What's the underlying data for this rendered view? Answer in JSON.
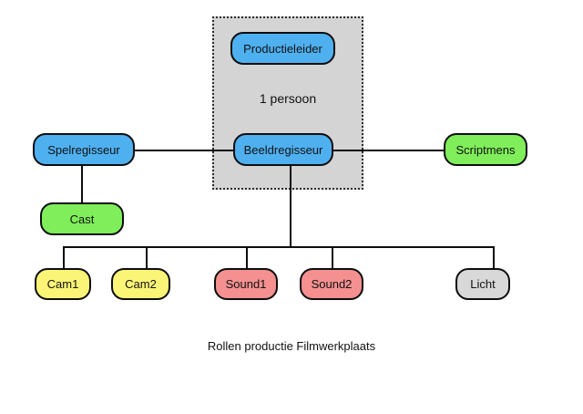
{
  "diagram": {
    "caption": "Rollen productie Filmwerkplaats",
    "group": {
      "note": "1 persoon"
    },
    "nodes": {
      "productieleider": {
        "label": "Productieleider",
        "color": "#4fb0f0"
      },
      "spelregisseur": {
        "label": "Spelregisseur",
        "color": "#4fb0f0"
      },
      "beeldregisseur": {
        "label": "Beeldregisseur",
        "color": "#4fb0f0"
      },
      "scriptmens": {
        "label": "Scriptmens",
        "color": "#7fee5a"
      },
      "cast": {
        "label": "Cast",
        "color": "#7fee5a"
      },
      "cam1": {
        "label": "Cam1",
        "color": "#fbf577"
      },
      "cam2": {
        "label": "Cam2",
        "color": "#fbf577"
      },
      "sound1": {
        "label": "Sound1",
        "color": "#f49090"
      },
      "sound2": {
        "label": "Sound2",
        "color": "#f49090"
      },
      "licht": {
        "label": "Licht",
        "color": "#d8d8d8"
      }
    }
  }
}
